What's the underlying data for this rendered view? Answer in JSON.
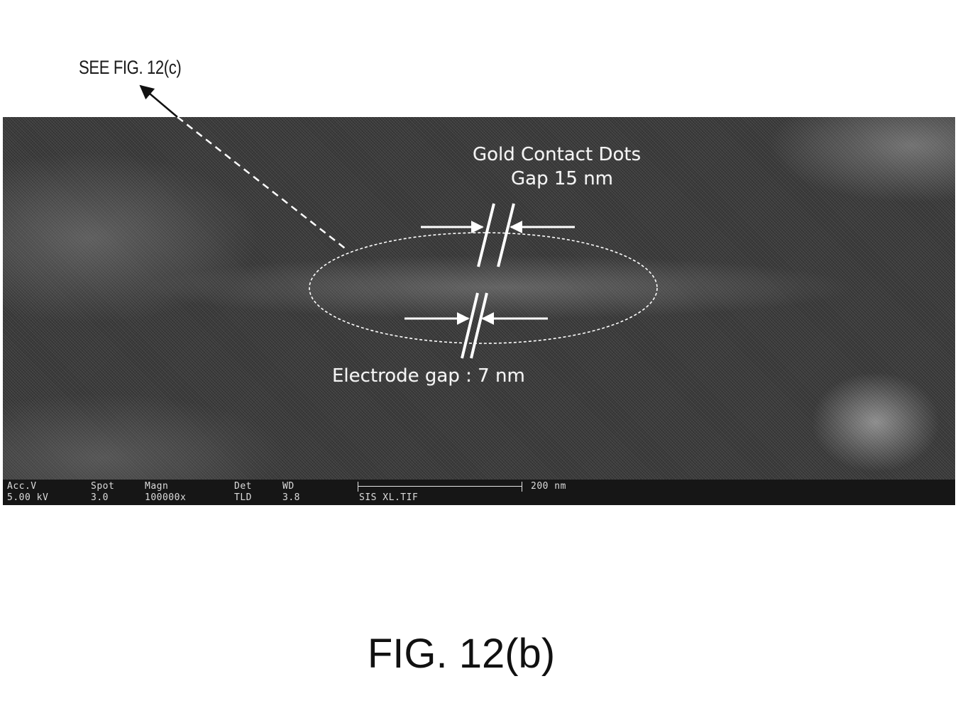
{
  "callout": {
    "text": "SEE FIG. 12(c)"
  },
  "sem_image": {
    "annotations": {
      "gold_contact_title": "Gold Contact Dots",
      "gold_contact_gap": "Gap 15 nm",
      "electrode_gap": "Electrode gap : 7 nm"
    },
    "info_bar": {
      "headers": {
        "acc_v": "Acc.V",
        "spot": "Spot",
        "magn": "Magn",
        "det": "Det",
        "wd": "WD"
      },
      "values": {
        "acc_v": "5.00 kV",
        "spot": "3.0",
        "magn": "100000x",
        "det": "TLD",
        "wd": "3.8"
      },
      "file_name": "SIS XL.TIF",
      "scale_bar_label": "200 nm"
    }
  },
  "figure": {
    "caption": "FIG. 12(b)"
  }
}
